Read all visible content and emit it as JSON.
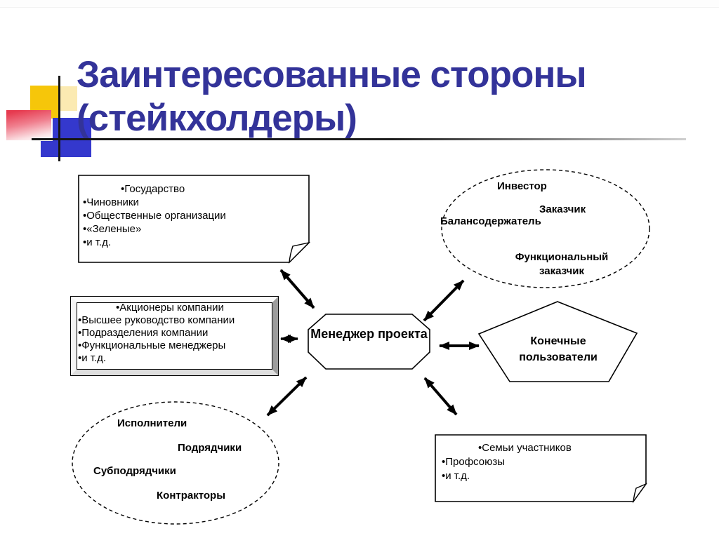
{
  "slide": {
    "title": "Заинтересованные стороны (стейкхолдеры)"
  },
  "colors": {
    "title_blue": "#333399",
    "deco_yellow": "#F6C60A",
    "deco_blue": "#3438CD",
    "deco_pink": "#E63A4F",
    "shape_stroke": "#000000",
    "shape_fill": "#FFFFFF"
  },
  "octagon": {
    "label": "Менеджер проекта"
  },
  "pentagon": {
    "label": "Конечные пользователи"
  },
  "note_government": {
    "items": [
      "•Государство",
      "•Чиновники",
      "•Общественные организации",
      "•«Зеленые»",
      "•и т.д."
    ]
  },
  "note_company": {
    "items": [
      "•Акционеры компании",
      "•Высшее руководство компании",
      "•Подразделения компании",
      "•Функциональные менеджеры",
      "•и т.д."
    ]
  },
  "note_families": {
    "items": [
      "•Семьи участников",
      "•Профсоюзы",
      "•и т.д."
    ]
  },
  "ellipse_investors": {
    "labels": [
      "Инвестор",
      "Заказчик",
      "Балансодержатель",
      "Функциональный заказчик"
    ]
  },
  "ellipse_contractors": {
    "labels": [
      "Исполнители",
      "Подрядчики",
      "Субподрядчики",
      "Контракторы"
    ]
  }
}
